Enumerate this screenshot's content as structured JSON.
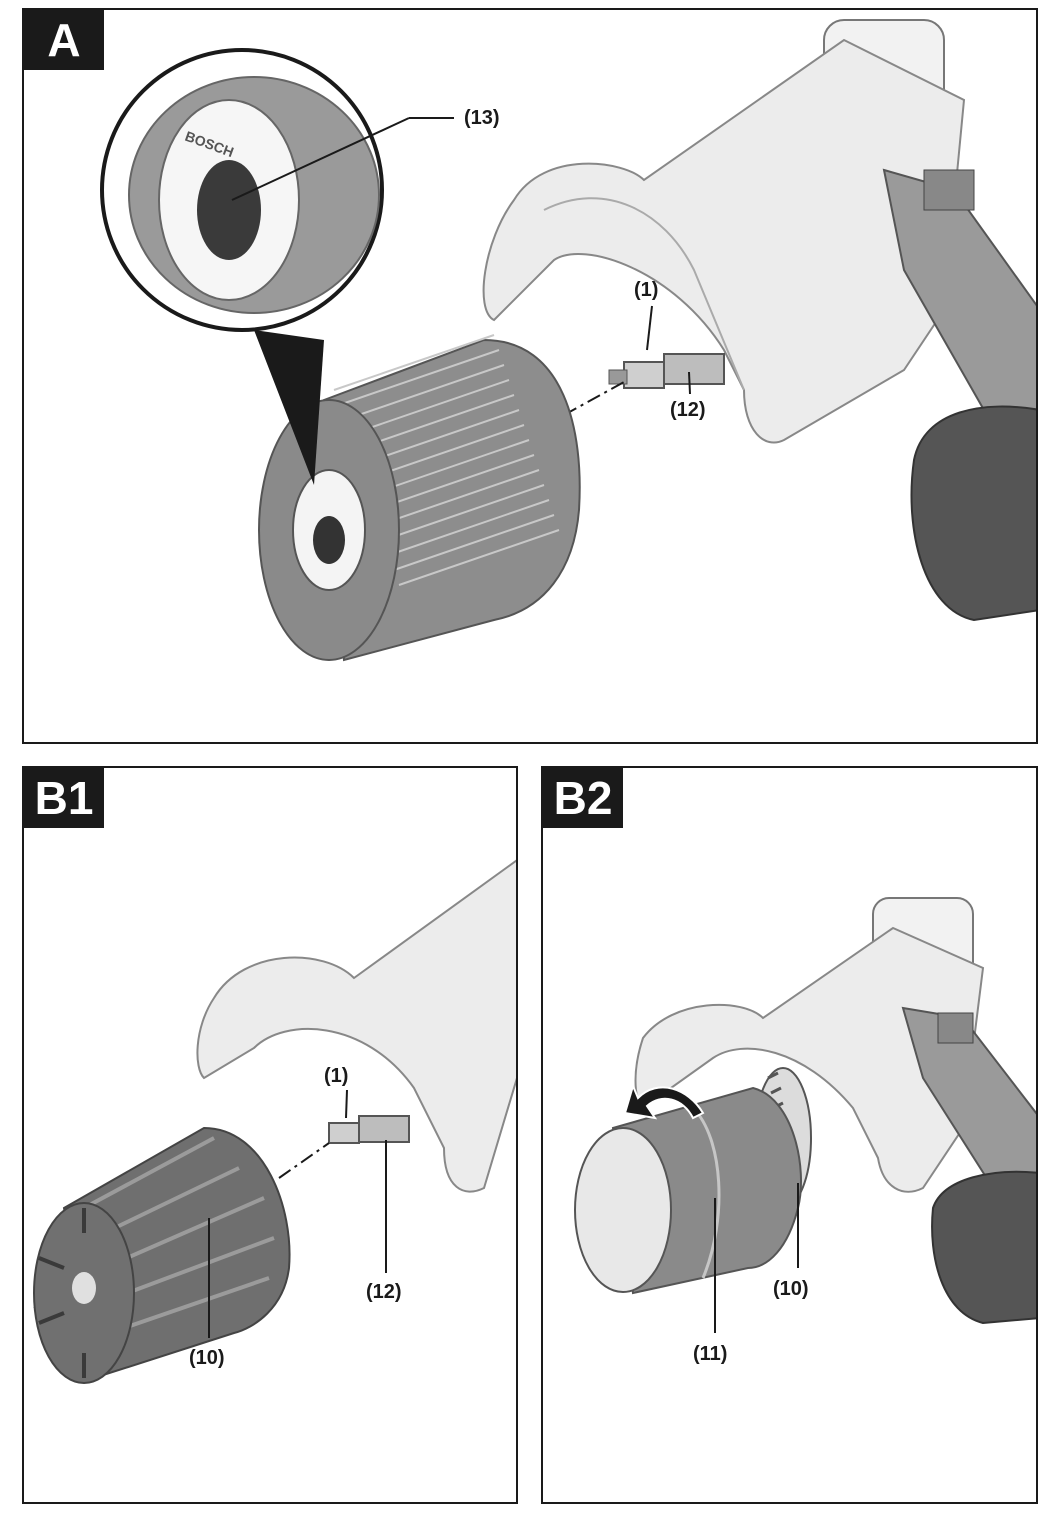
{
  "panels": {
    "A": {
      "tag": "A",
      "callouts": {
        "c13": "(13)",
        "c1": "(1)",
        "c12": "(12)"
      },
      "logo": "BOSCH"
    },
    "B1": {
      "tag": "B1",
      "callouts": {
        "c1": "(1)",
        "c12": "(12)",
        "c10": "(10)"
      }
    },
    "B2": {
      "tag": "B2",
      "callouts": {
        "c11": "(11)",
        "c10": "(10)"
      }
    }
  },
  "colors": {
    "line": "#1a1a1a",
    "dark_grey": "#6f6f6f",
    "mid_grey": "#8d8d8d",
    "light_grey": "#d7d7d7",
    "handle": "#555555"
  }
}
